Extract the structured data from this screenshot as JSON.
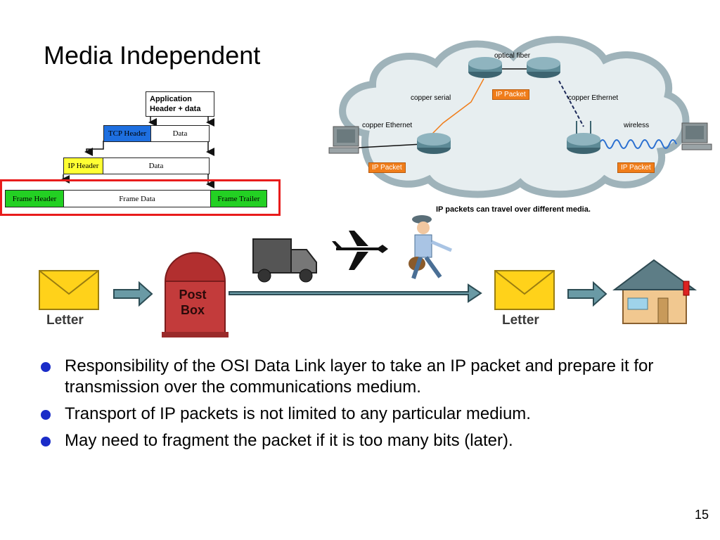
{
  "title": "Media Independent",
  "encapsulation": {
    "application": "Application Header + data",
    "tcp_header": "TCP Header",
    "tcp_data": "Data",
    "ip_header": "IP Header",
    "ip_data": "Data",
    "frame_header": "Frame Header",
    "frame_data": "Frame Data",
    "frame_trailer": "Frame Trailer"
  },
  "network": {
    "optical_fiber": "optical fiber",
    "copper_serial": "copper serial",
    "copper_ethernet_left": "copper Ethernet",
    "copper_ethernet_right": "copper Ethernet",
    "wireless": "wireless",
    "packet_top": "IP Packet",
    "packet_left": "IP Packet",
    "packet_right": "IP Packet",
    "caption": "IP packets can travel over different media."
  },
  "mail": {
    "letter_left": "Letter",
    "post_box_line1": "Post",
    "post_box_line2": "Box",
    "letter_right": "Letter"
  },
  "bullets": [
    "Responsibility of the OSI Data Link layer to take an IP packet and prepare it for transmission over the communications medium.",
    "Transport of IP packets is not limited to any particular medium.",
    "May need to fragment the packet if it is too many bits (later)."
  ],
  "page_number": "15",
  "colors": {
    "tcp_header": "#1e6fe0",
    "ip_header": "#ffff33",
    "frame": "#23d023",
    "highlight_frame": "#e81c1c",
    "packet_tag": "#f07d1a",
    "bullet": "#1a2cc8"
  }
}
